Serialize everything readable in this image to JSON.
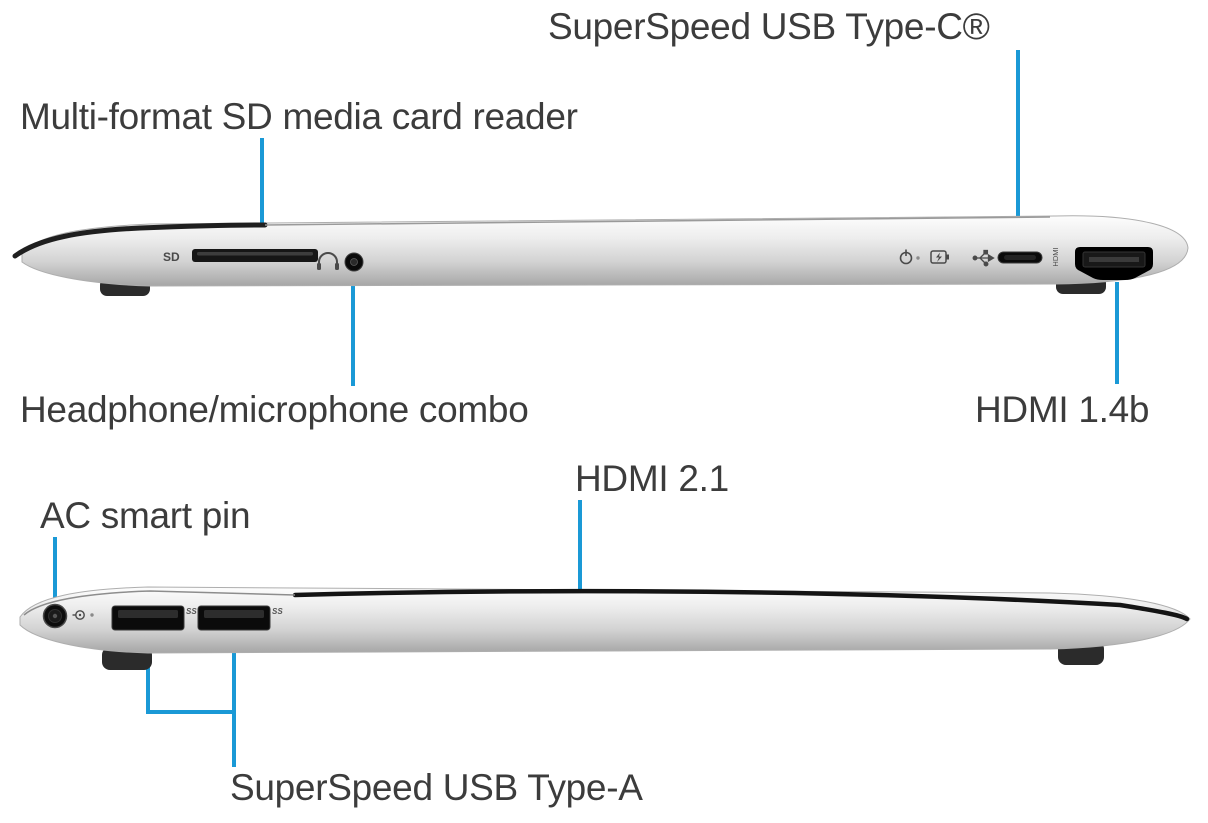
{
  "page": {
    "background": "#ffffff",
    "accent": "#1a99d6",
    "text_color": "#3c3c3c"
  },
  "top_view": {
    "callouts": {
      "usb_c": "SuperSpeed USB Type-C®",
      "sd": "Multi-format SD media card reader",
      "headphone": "Headphone/microphone combo",
      "hdmi": "HDMI 1.4b"
    },
    "port_markings": {
      "sd": "SD",
      "hdmi": "HDMI"
    }
  },
  "bottom_view": {
    "callouts": {
      "hdmi": "HDMI 2.1",
      "ac": "AC smart pin",
      "usb_a": "SuperSpeed USB Type-A"
    },
    "port_markings": {
      "ss": "SS"
    }
  }
}
